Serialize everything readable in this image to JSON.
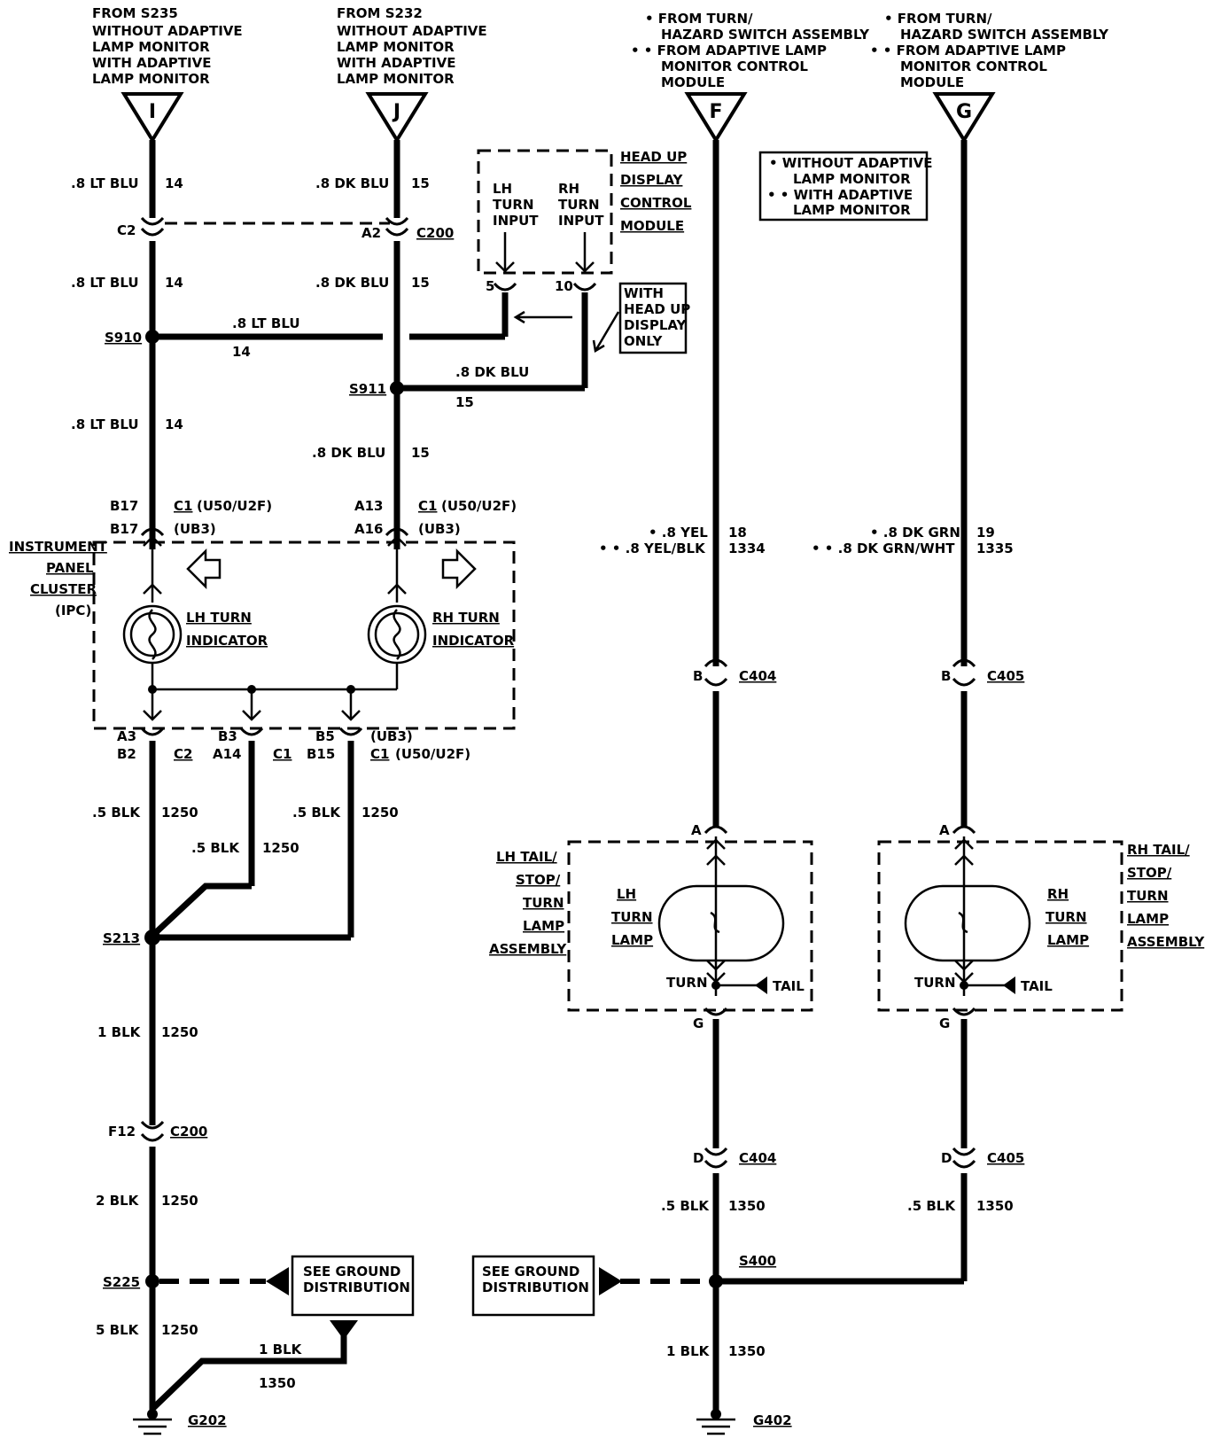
{
  "sources": {
    "I": {
      "letter": "I",
      "lines": [
        "FROM S235",
        "WITHOUT ADAPTIVE",
        "LAMP MONITOR",
        "WITH ADAPTIVE",
        "LAMP MONITOR"
      ]
    },
    "J": {
      "letter": "J",
      "lines": [
        "FROM S232",
        "WITHOUT ADAPTIVE",
        "LAMP MONITOR",
        "WITH ADAPTIVE",
        "LAMP MONITOR"
      ]
    },
    "F": {
      "letter": "F",
      "lines": [
        "• FROM TURN/",
        "HAZARD SWITCH ASSEMBLY",
        "• • FROM ADAPTIVE LAMP",
        "MONITOR CONTROL",
        "MODULE"
      ]
    },
    "G": {
      "letter": "G",
      "lines": [
        "• FROM TURN/",
        "HAZARD SWITCH ASSEMBLY",
        "• • FROM ADAPTIVE LAMP",
        "MONITOR CONTROL",
        "MODULE"
      ]
    }
  },
  "legend": {
    "l1": "• WITHOUT ADAPTIVE",
    "l2": "LAMP MONITOR",
    "l3": "• • WITH ADAPTIVE",
    "l4": "LAMP MONITOR"
  },
  "hud": {
    "title1": "HEAD UP",
    "title2": "DISPLAY",
    "title3": "CONTROL",
    "title4": "MODULE",
    "lh1": "LH",
    "lh2": "TURN",
    "lh3": "INPUT",
    "rh1": "RH",
    "rh2": "TURN",
    "rh3": "INPUT",
    "pin_lh": "5",
    "pin_rh": "10",
    "note1": "WITH",
    "note2": "HEAD UP",
    "note3": "DISPLAY",
    "note4": "ONLY"
  },
  "wires": {
    "lt_blu": ".8 LT BLU",
    "dk_blu": ".8 DK BLU",
    "c14": "14",
    "c15": "15",
    "blk05": ".5 BLK",
    "blk1": "1 BLK",
    "blk2": "2 BLK",
    "blk5": "5 BLK",
    "c1250": "1250",
    "c1350": "1350",
    "yel": "• .8 YEL",
    "yelblk": "• • .8 YEL/BLK",
    "c18": "18",
    "c1334": "1334",
    "grn": "• .8 DK GRN",
    "grnwht": "• • .8 DK GRN/WHT",
    "c19": "19",
    "c1335": "1335"
  },
  "connectors": {
    "c2": "C2",
    "a2": "A2",
    "c200": "C200",
    "b17": "B17",
    "a13": "A13",
    "a16": "A16",
    "c1": "C1",
    "u50": "(U50/U2F)",
    "ub3": "(UB3)",
    "a3": "A3",
    "b2": "B2",
    "b3": "B3",
    "a14": "A14",
    "b5": "B5",
    "b15": "B15",
    "f12": "F12",
    "b": "B",
    "c404": "C404",
    "c405": "C405",
    "a": "A",
    "g": "G",
    "d": "D"
  },
  "splices": {
    "s910": "S910",
    "s911": "S911",
    "s213": "S213",
    "s225": "S225",
    "s400": "S400"
  },
  "grounds": {
    "g202": "G202",
    "g402": "G402",
    "see1": "SEE GROUND",
    "see2": "DISTRIBUTION"
  },
  "ipc": {
    "l1": "INSTRUMENT",
    "l2": "PANEL",
    "l3": "CLUSTER",
    "l4": "(IPC)",
    "lh1": "LH TURN",
    "lh2": "INDICATOR",
    "rh1": "RH TURN",
    "rh2": "INDICATOR"
  },
  "lamps": {
    "lh_asm": [
      "LH TAIL/",
      "STOP/",
      "TURN",
      "LAMP",
      "ASSEMBLY"
    ],
    "rh_asm": [
      "RH TAIL/",
      "STOP/",
      "TURN",
      "LAMP",
      "ASSEMBLY"
    ],
    "lh_lamp": [
      "LH",
      "TURN",
      "LAMP"
    ],
    "rh_lamp": [
      "RH",
      "TURN",
      "LAMP"
    ],
    "turn": "TURN",
    "tail": "TAIL"
  }
}
